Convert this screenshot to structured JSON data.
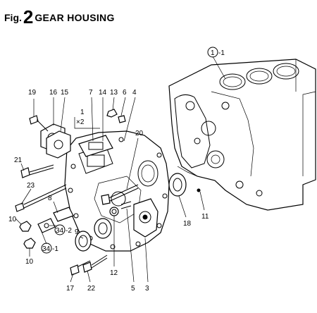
{
  "title": {
    "prefix": "Fig.",
    "number": "2",
    "text": "GEAR HOUSING"
  },
  "callouts": {
    "c1_1": "1",
    "c1_1_suffix": "-1",
    "c19": "19",
    "c16": "16",
    "c15": "15",
    "c7": "7",
    "c14": "14",
    "c13": "13",
    "c6": "6",
    "c4": "4",
    "c1": "1",
    "cx2": "×2",
    "c20": "20",
    "c21": "21",
    "c23": "23",
    "c8": "8",
    "c10a": "10",
    "c34_2": "-2",
    "c34a": "34",
    "c9": "9",
    "c34_1": "-1",
    "c34b": "34",
    "c10b": "10",
    "c18": "18",
    "c11": "11",
    "c17": "17",
    "c22": "22",
    "c12": "12",
    "c5": "5",
    "c3": "3"
  }
}
